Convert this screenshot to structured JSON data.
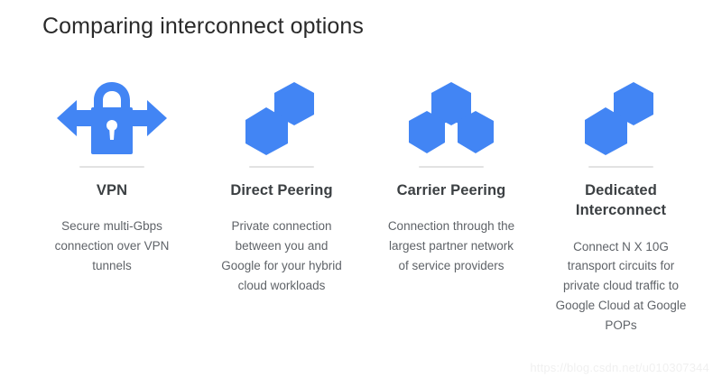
{
  "slide": {
    "title": "Comparing interconnect options",
    "background_color": "#ffffff",
    "accent_color": "#4285f4",
    "heading_color": "#3c4043",
    "body_color": "#5f6368"
  },
  "columns": [
    {
      "icon": "padlock-with-arrows-icon",
      "heading": "VPN",
      "body": "Secure multi-Gbps connection over VPN tunnels"
    },
    {
      "icon": "two-hexagon-link-icon",
      "heading": "Direct Peering",
      "body": "Private connection between you and Google for your hybrid cloud workloads"
    },
    {
      "icon": "three-hexagon-tree-icon",
      "heading": "Carrier Peering",
      "body": "Connection through the largest partner network of service providers"
    },
    {
      "icon": "two-hexagon-link-icon",
      "heading": "Dedicated Interconnect",
      "body": "Connect N X 10G transport circuits for private cloud traffic to Google Cloud at Google POPs"
    }
  ],
  "watermark": {
    "text": "https://blog.csdn.net/u010307344"
  }
}
